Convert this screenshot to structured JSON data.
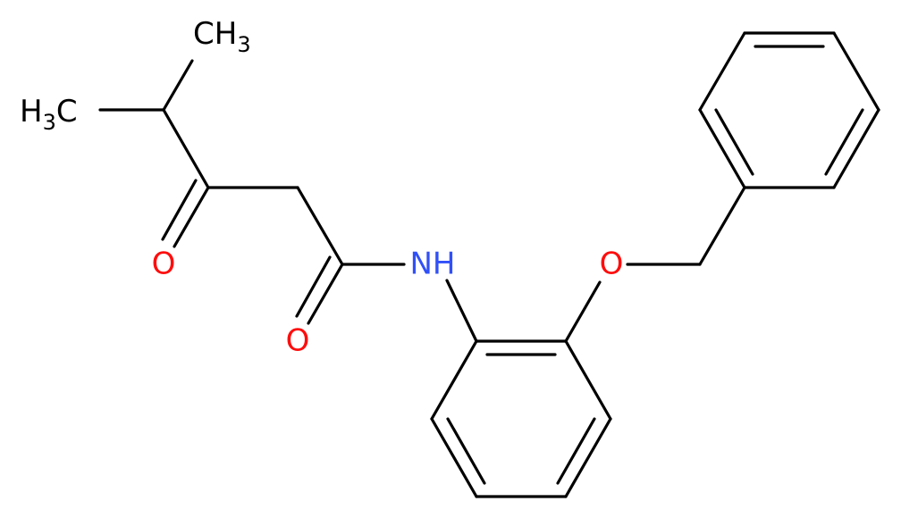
{
  "colors": {
    "bond": "#000000",
    "carbon_label": "#000000",
    "oxygen": "#ff0d0d",
    "nitrogen": "#3050f8"
  },
  "atoms": {
    "ch3_top": {
      "main": "CH",
      "sub": "3"
    },
    "ch3_left": {
      "main": "H",
      "sub": "3",
      "tail": "C"
    },
    "o_ketone": "O",
    "o_amide": "O",
    "nh": "NH",
    "o_ether": "O"
  }
}
